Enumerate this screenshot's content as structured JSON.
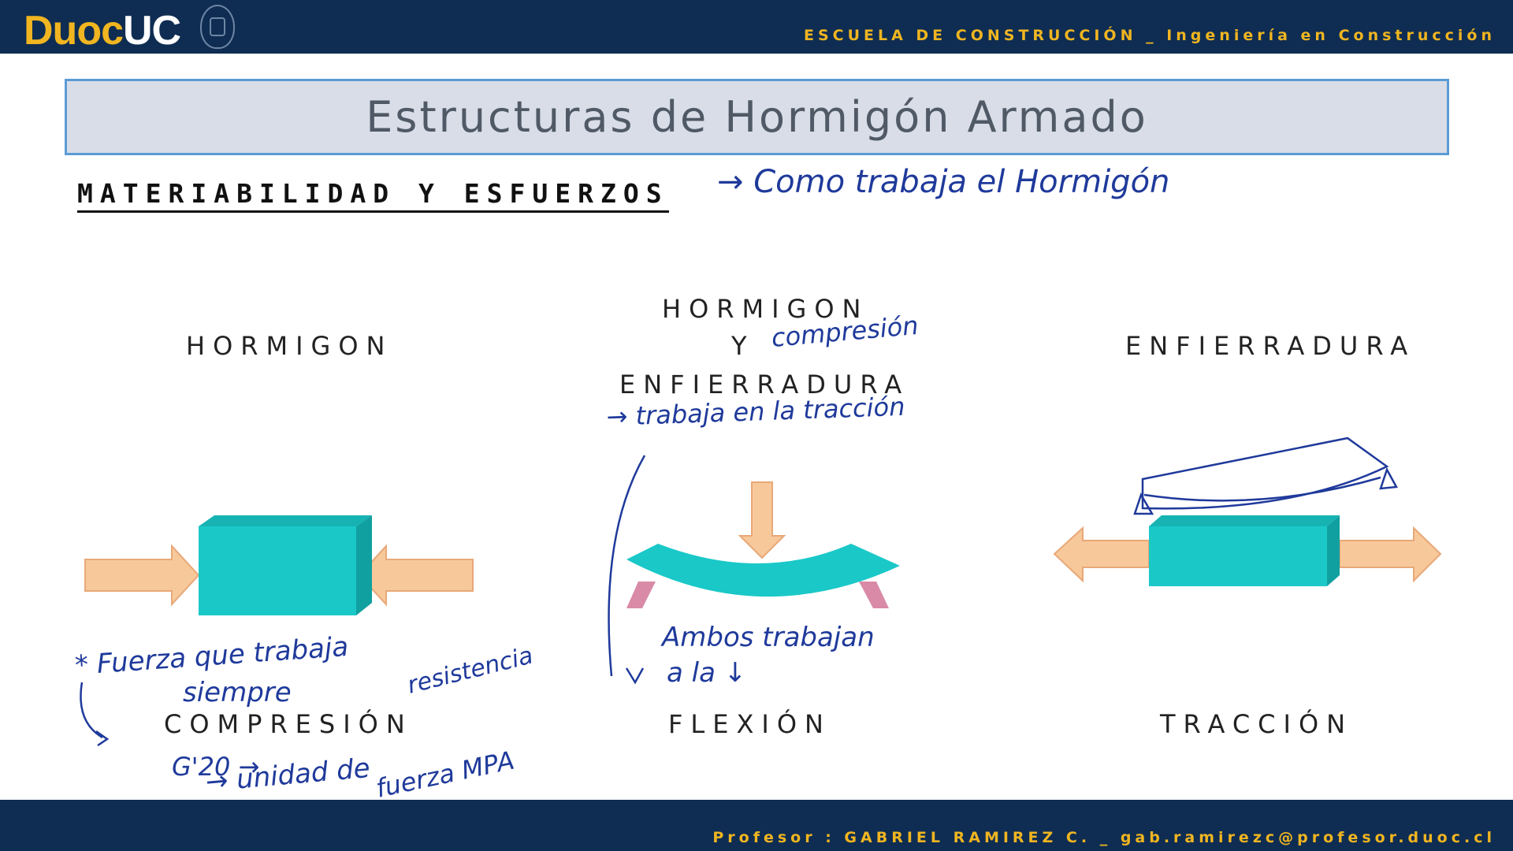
{
  "header": {
    "logo_duoc": "Duoc",
    "logo_uc": "UC",
    "school": "ESCUELA DE CONSTRUCCIÓN _ Ingeniería en Construcción"
  },
  "slide": {
    "title": "Estructuras de Hormigón Armado",
    "section_heading": "MATERIABILIDAD Y ESFUERZOS",
    "columns": {
      "left_top": "HORMIGON",
      "center_top_1": "HORMIGON",
      "center_top_2": "Y",
      "center_top_3": "ENFIERRADURA",
      "right_top": "ENFIERRADURA",
      "left_bottom": "COMPRESIÓN",
      "center_bottom": "FLEXIÓN",
      "right_bottom": "TRACCIÓN"
    }
  },
  "annotations": {
    "note_heading": "→ Como trabaja el Hormigón",
    "compresion": "compresión",
    "traccion_note": "→ trabaja en la tracción",
    "fuerza_1": "* Fuerza que trabaja",
    "fuerza_2": "siempre",
    "resistencia": "resistencia",
    "g20": "G'20 →",
    "unidad": "→ unidad de",
    "fuerza_mpa": "fuerza MPA",
    "ambos_1": "Ambos trabajan",
    "ambos_2": "a la ↓"
  },
  "colors": {
    "navy": "#0f2d52",
    "gold": "#f0b520",
    "block": "#1ac8c8",
    "arrow": "#f7c89a",
    "ink": "#1f3a9b"
  },
  "footer": {
    "professor": "Profesor : GABRIEL RAMIREZ C. _ gab.ramirezc@profesor.duoc.cl"
  }
}
